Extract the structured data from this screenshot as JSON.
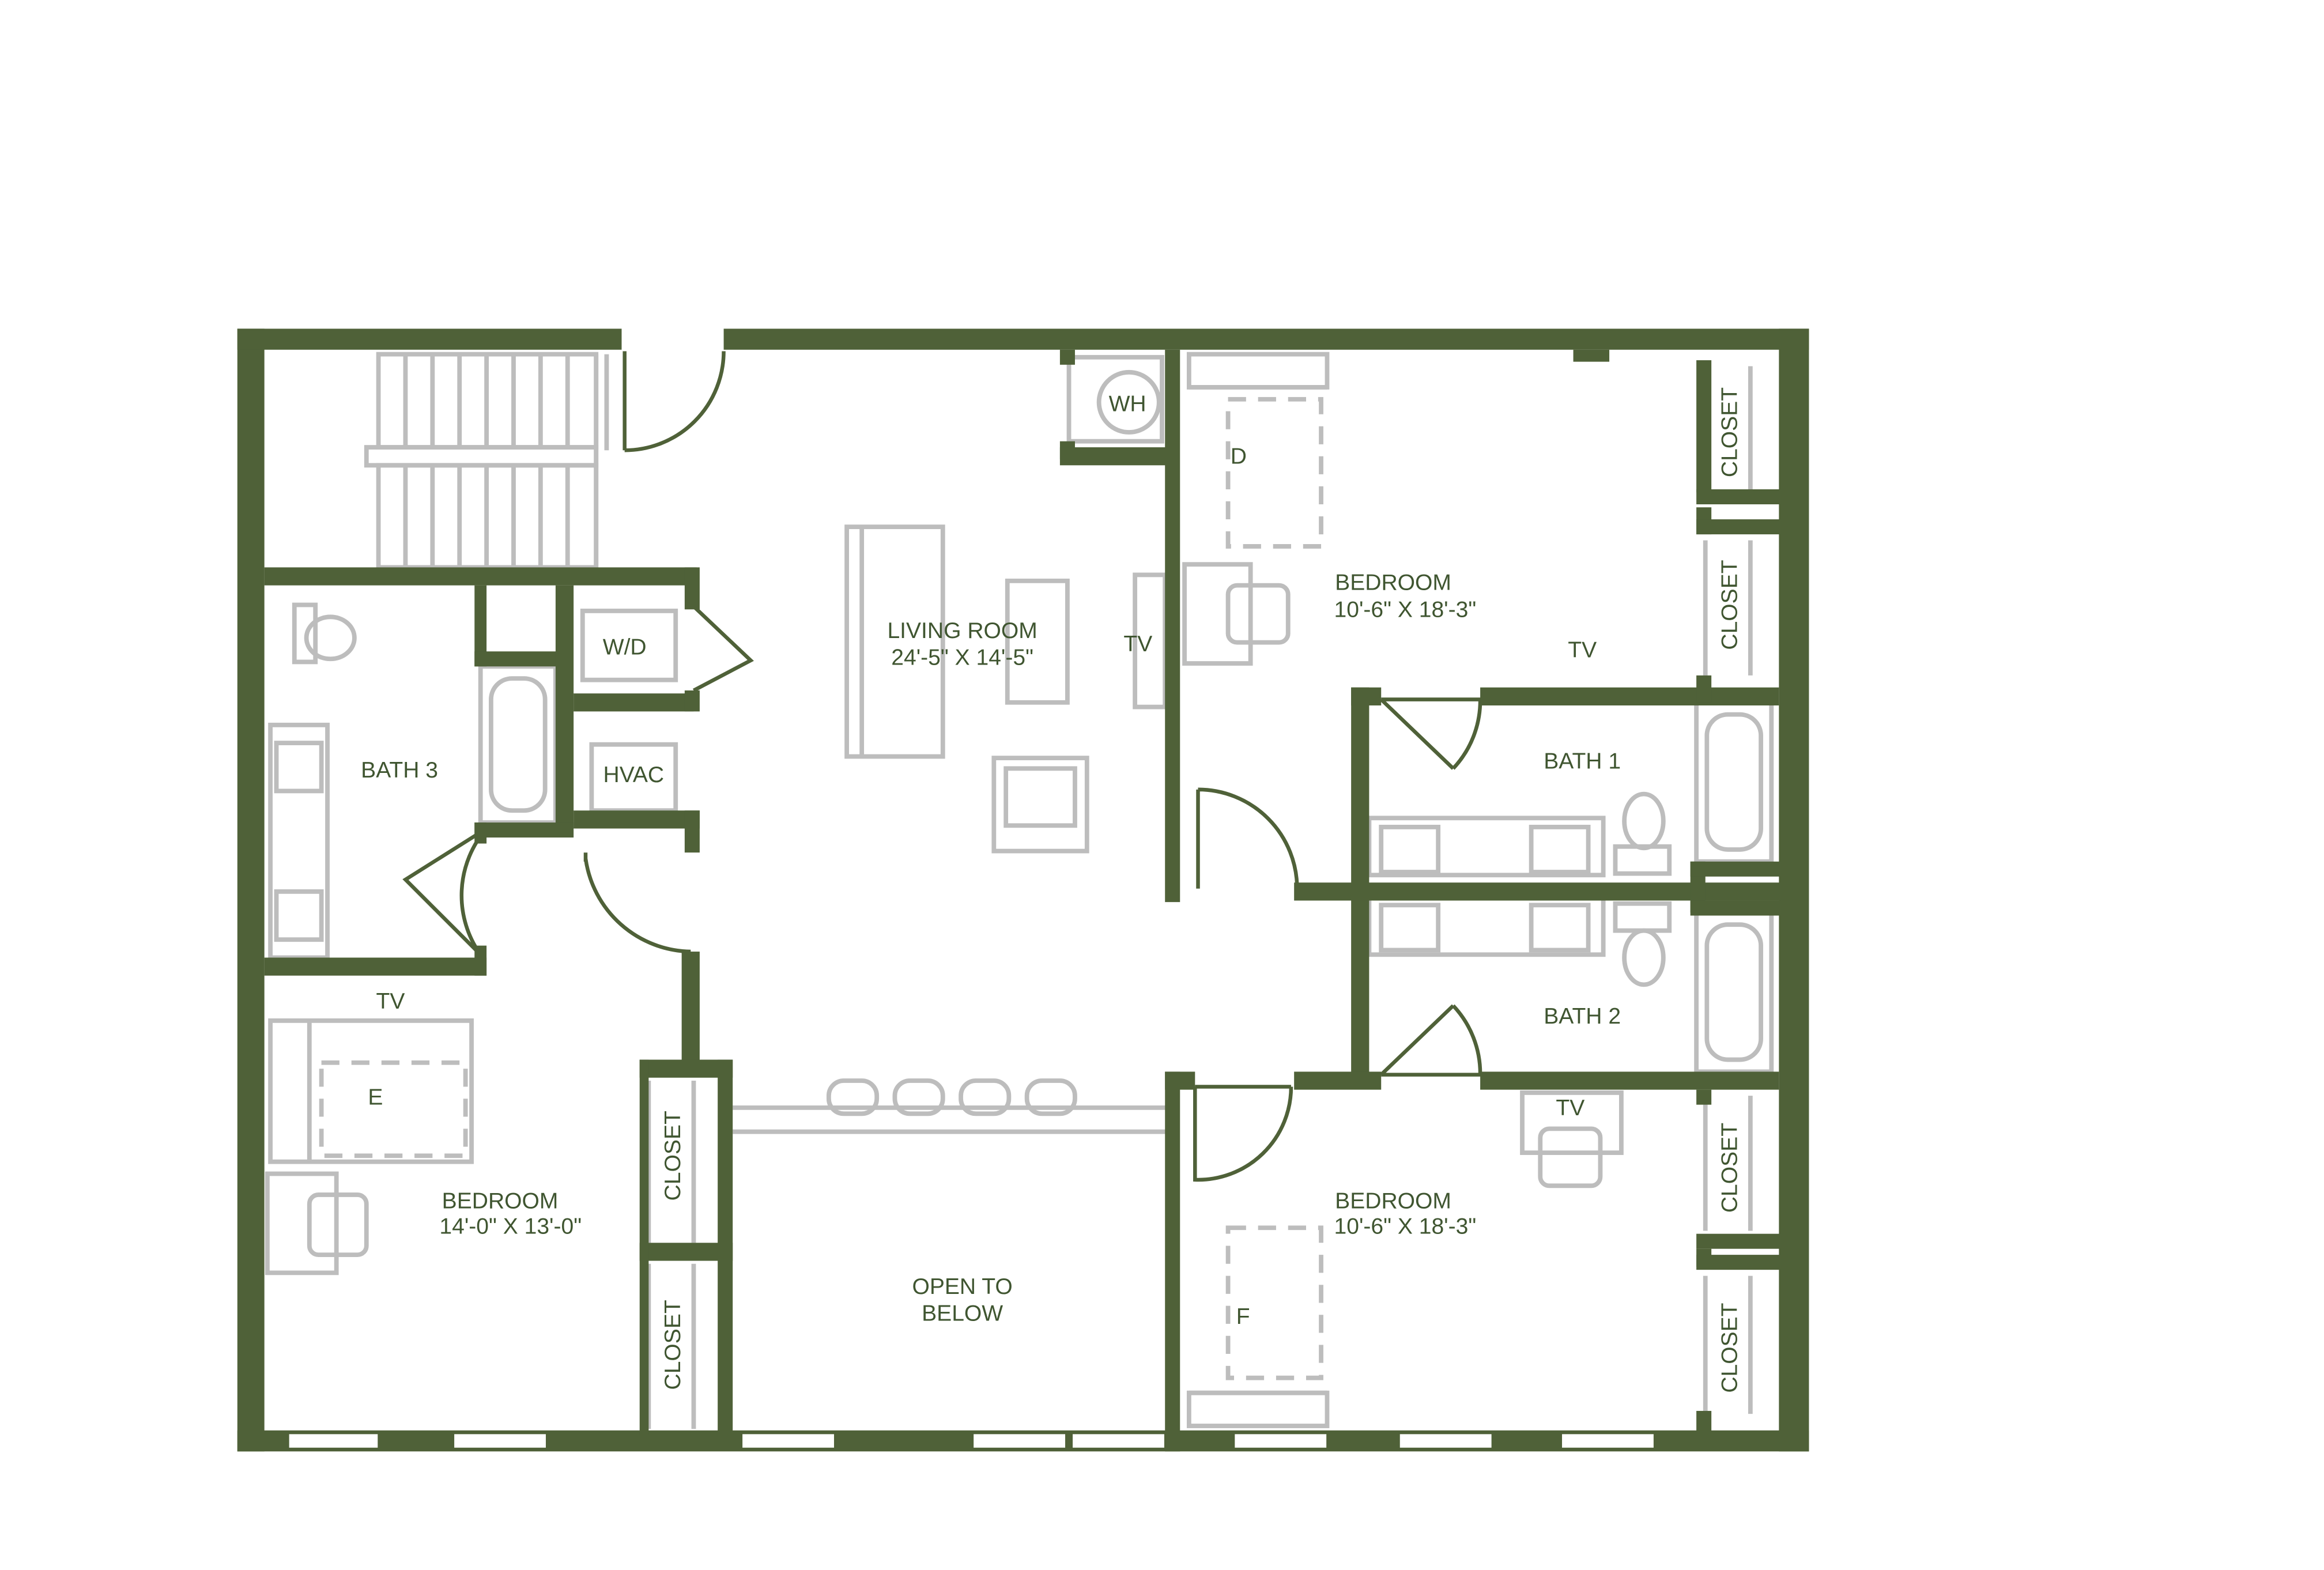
{
  "colors": {
    "wall": "#4f6138",
    "text": "#3f5530",
    "fixture": "#bdbdbd",
    "background": "#ffffff"
  },
  "rooms": {
    "living": {
      "name": "LIVING ROOM",
      "dims": "24'-5\" X  14'-5\""
    },
    "bedroom_d": {
      "name": "BEDROOM",
      "dims": "10'-6\" X  18'-3\"",
      "letter": "D"
    },
    "bedroom_e": {
      "name": "BEDROOM",
      "dims": "14'-0\" X 13'-0\"",
      "letter": "E"
    },
    "bedroom_f": {
      "name": "BEDROOM",
      "dims": "10'-6\" X  18'-3\"",
      "letter": "F"
    },
    "bath1": "BATH 1",
    "bath2": "BATH 2",
    "bath3": "BATH 3",
    "wd": "W/D",
    "hvac": "HVAC",
    "wh": "WH",
    "open_to_below": [
      "OPEN TO",
      "BELOW"
    ]
  },
  "tv_label": "TV",
  "closet_label": "CLOSET"
}
